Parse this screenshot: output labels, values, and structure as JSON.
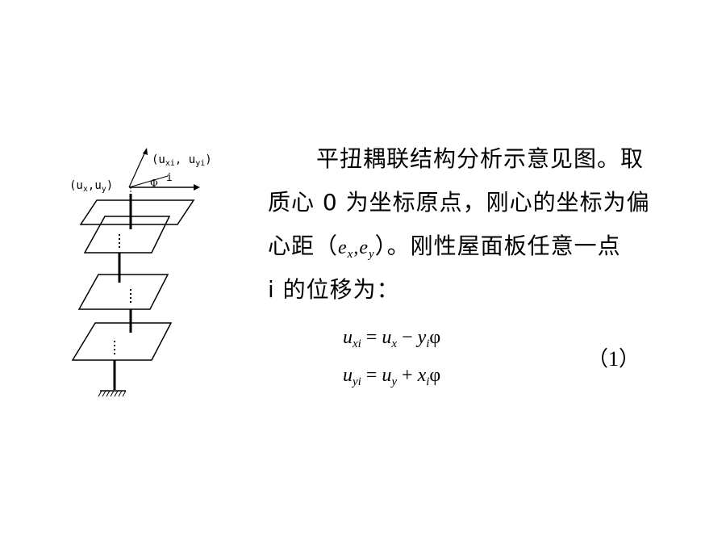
{
  "figure": {
    "label_top": "(u",
    "label_top_sub1": "xi",
    "label_top_mid": ", u",
    "label_top_sub2": "yi",
    "label_top_end": ")",
    "label_left": "(u",
    "label_left_sub1": "x",
    "label_left_mid": ",u",
    "label_left_sub2": "y",
    "label_left_end": ")",
    "phi_label": "Φ",
    "i_label": "i"
  },
  "paragraph": {
    "line1": "平扭耦联结构分析示意见图。取",
    "line2": "质心 0 为坐标原点，刚心的坐标为偏",
    "line3_pre": "心距（",
    "ex": "e",
    "ex_sub": "x",
    "comma": ",",
    "ey": "e",
    "ey_sub": "y",
    "line3_post": "）。刚性屋面板任意一点",
    "line4": "i 的位移为："
  },
  "equations": {
    "eq1": {
      "lhs": "u",
      "lhs_sub": "xi",
      "eq": "=",
      "a": "u",
      "a_sub": "x",
      "op": "−",
      "b": "y",
      "b_sub": "i",
      "phi": "φ"
    },
    "eq2": {
      "lhs": "u",
      "lhs_sub": "yi",
      "eq": "=",
      "a": "u",
      "a_sub": "y",
      "op": "+",
      "b": "x",
      "b_sub": "i",
      "phi": "φ"
    },
    "number": "（1）"
  }
}
